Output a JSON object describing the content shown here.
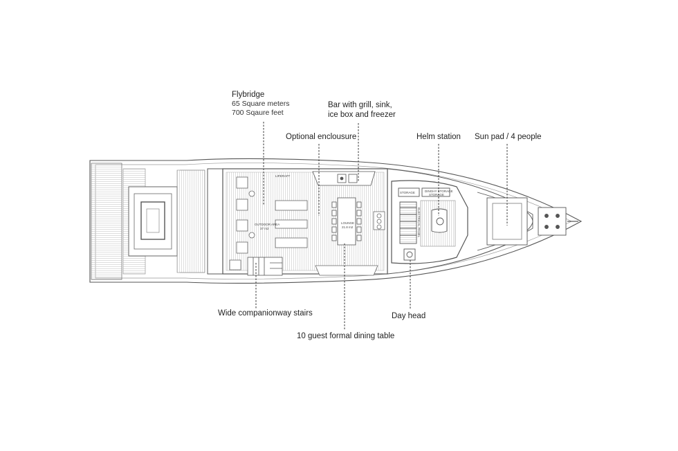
{
  "labels": {
    "flybridge": {
      "title": "Flybridge",
      "area_m2": "65 Square meters",
      "area_ft2": "700 Sqaure feet"
    },
    "bar": {
      "line1": "Bar with grill, sink,",
      "line2": "ice box and freezer"
    },
    "enclosure": "Optional enclousure",
    "helm": "Helm station",
    "sunpad": "Sun pad / 4 people",
    "stairs": "Wide companionway stairs",
    "dayhead": "Day head",
    "dining": "10 guest formal dining table"
  },
  "plan_text": {
    "liferaft": "LIFERAFT",
    "outdoor_area": "OUTDOOR AREA",
    "outdoor_area_size": "37 m2",
    "lounge": "LOUNGE",
    "lounge_size": "21.8 m2",
    "storage": "STORAGE",
    "dinghy_storage": "DINGHY STORAGE",
    "dinghy_storage_2": "STORAGE",
    "electrical_panel": "ELECTRICAL PANEL"
  },
  "colors": {
    "line": "#555555",
    "deck_line": "#9a9a9a",
    "leader": "#333333"
  }
}
